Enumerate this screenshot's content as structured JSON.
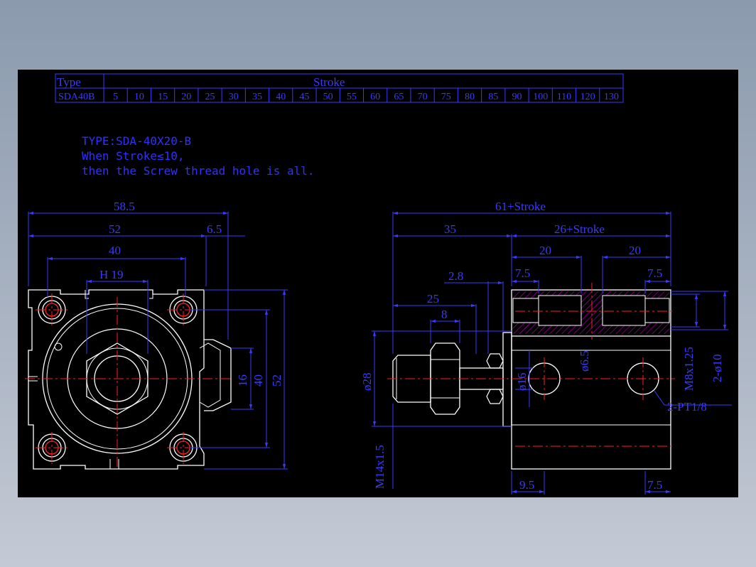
{
  "stroke_table": {
    "type_header": "Type",
    "stroke_header": "Stroke",
    "model": "SDA40B",
    "strokes": [
      "5",
      "10",
      "15",
      "20",
      "25",
      "30",
      "35",
      "40",
      "45",
      "50",
      "55",
      "60",
      "65",
      "70",
      "75",
      "80",
      "85",
      "90",
      "100",
      "110",
      "120",
      "130"
    ]
  },
  "notes": {
    "line1": "TYPE:SDA-40X20-B",
    "line2": "When Stroke≤10,",
    "line3": "then the Screw thread hole is all."
  },
  "front_view": {
    "dim_58_5": "58.5",
    "dim_52": "52",
    "dim_6_5": "6.5",
    "dim_40": "40",
    "dim_h19": "H 19",
    "dim_16v": "16",
    "dim_40v": "40",
    "dim_52v": "52"
  },
  "side_view": {
    "dim_total": "61+Stroke",
    "dim_35": "35",
    "dim_26": "26+Stroke",
    "dim_20a": "20",
    "dim_20b": "20",
    "dim_7_5a": "7.5",
    "dim_7_5b": "7.5",
    "dim_2_8": "2.8",
    "dim_25": "25",
    "dim_8": "8",
    "dim_phi28": "ø28",
    "dim_phi16": "ø16",
    "dim_phi6_5": "ø6.5",
    "dim_m8": "M8x1.25",
    "dim_2phi10": "2-ø10",
    "dim_pt": "2-PT1/8",
    "dim_m14": "M14x1.5",
    "dim_9_5": "9.5",
    "dim_7_5c": "7.5"
  },
  "colors": {
    "background": "#000000",
    "outline": "#ffffff",
    "dimension": "#3a3aff",
    "centerline": "#ff2020",
    "hatch": "#c000c0"
  }
}
